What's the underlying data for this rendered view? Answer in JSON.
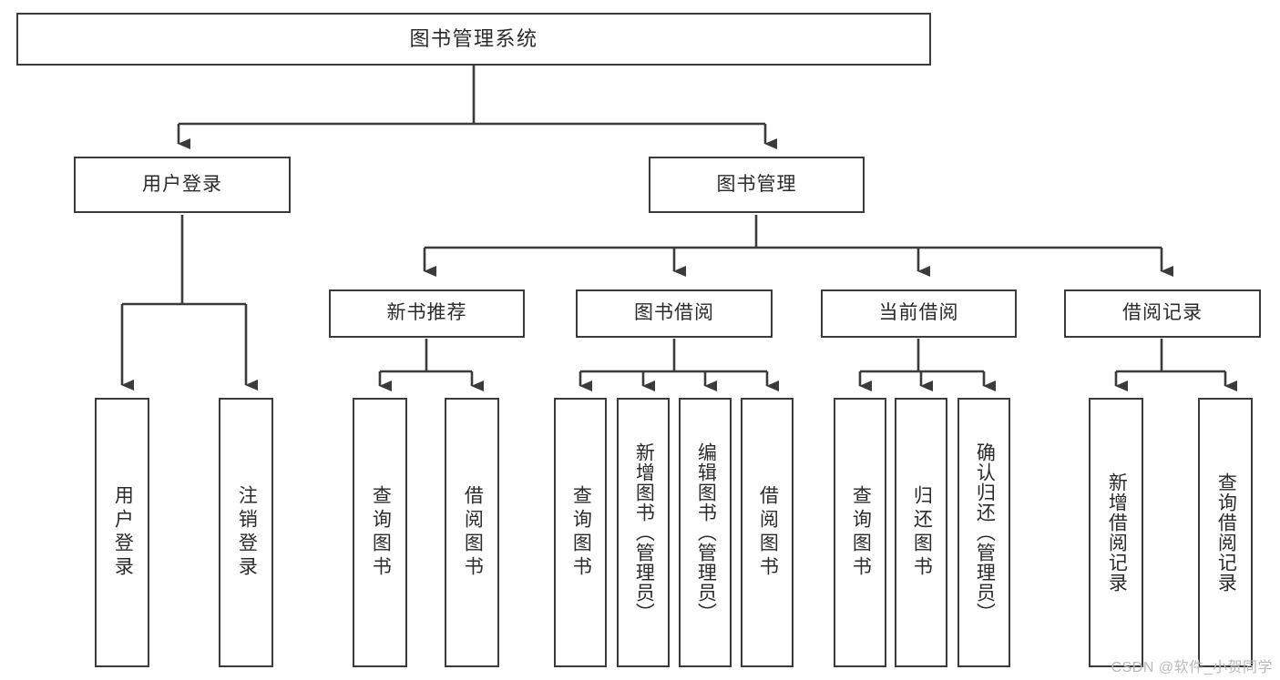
{
  "diagram": {
    "title": "图书管理系统",
    "type": "tree-hierarchy-chart",
    "colors": {
      "stroke": "#3b3b3b",
      "fill": "#ffffff",
      "text": "#2b2b2b",
      "watermark": "#b9b9b9"
    },
    "root": {
      "label": "图书管理系统"
    },
    "level2": [
      {
        "label": "用户登录"
      },
      {
        "label": "图书管理"
      }
    ],
    "level3": [
      {
        "label": "新书推荐"
      },
      {
        "label": "图书借阅"
      },
      {
        "label": "当前借阅"
      },
      {
        "label": "借阅记录"
      }
    ],
    "leaves": {
      "user_login": [
        {
          "label": "用户登录"
        },
        {
          "label": "注销登录"
        }
      ],
      "new_book_recommend": [
        {
          "label": "查询图书"
        },
        {
          "label": "借阅图书"
        }
      ],
      "book_borrow": [
        {
          "label": "查询图书"
        },
        {
          "label": "新增图书（管理员）"
        },
        {
          "label": "编辑图书（管理员）"
        },
        {
          "label": "借阅图书"
        }
      ],
      "current_borrow": [
        {
          "label": "查询图书"
        },
        {
          "label": "归还图书"
        },
        {
          "label": "确认归还（管理员）"
        }
      ],
      "borrow_record": [
        {
          "label": "新增借阅记录"
        },
        {
          "label": "查询借阅记录"
        }
      ]
    }
  },
  "watermark": {
    "text": "CSDN @软件_小贺同学"
  }
}
